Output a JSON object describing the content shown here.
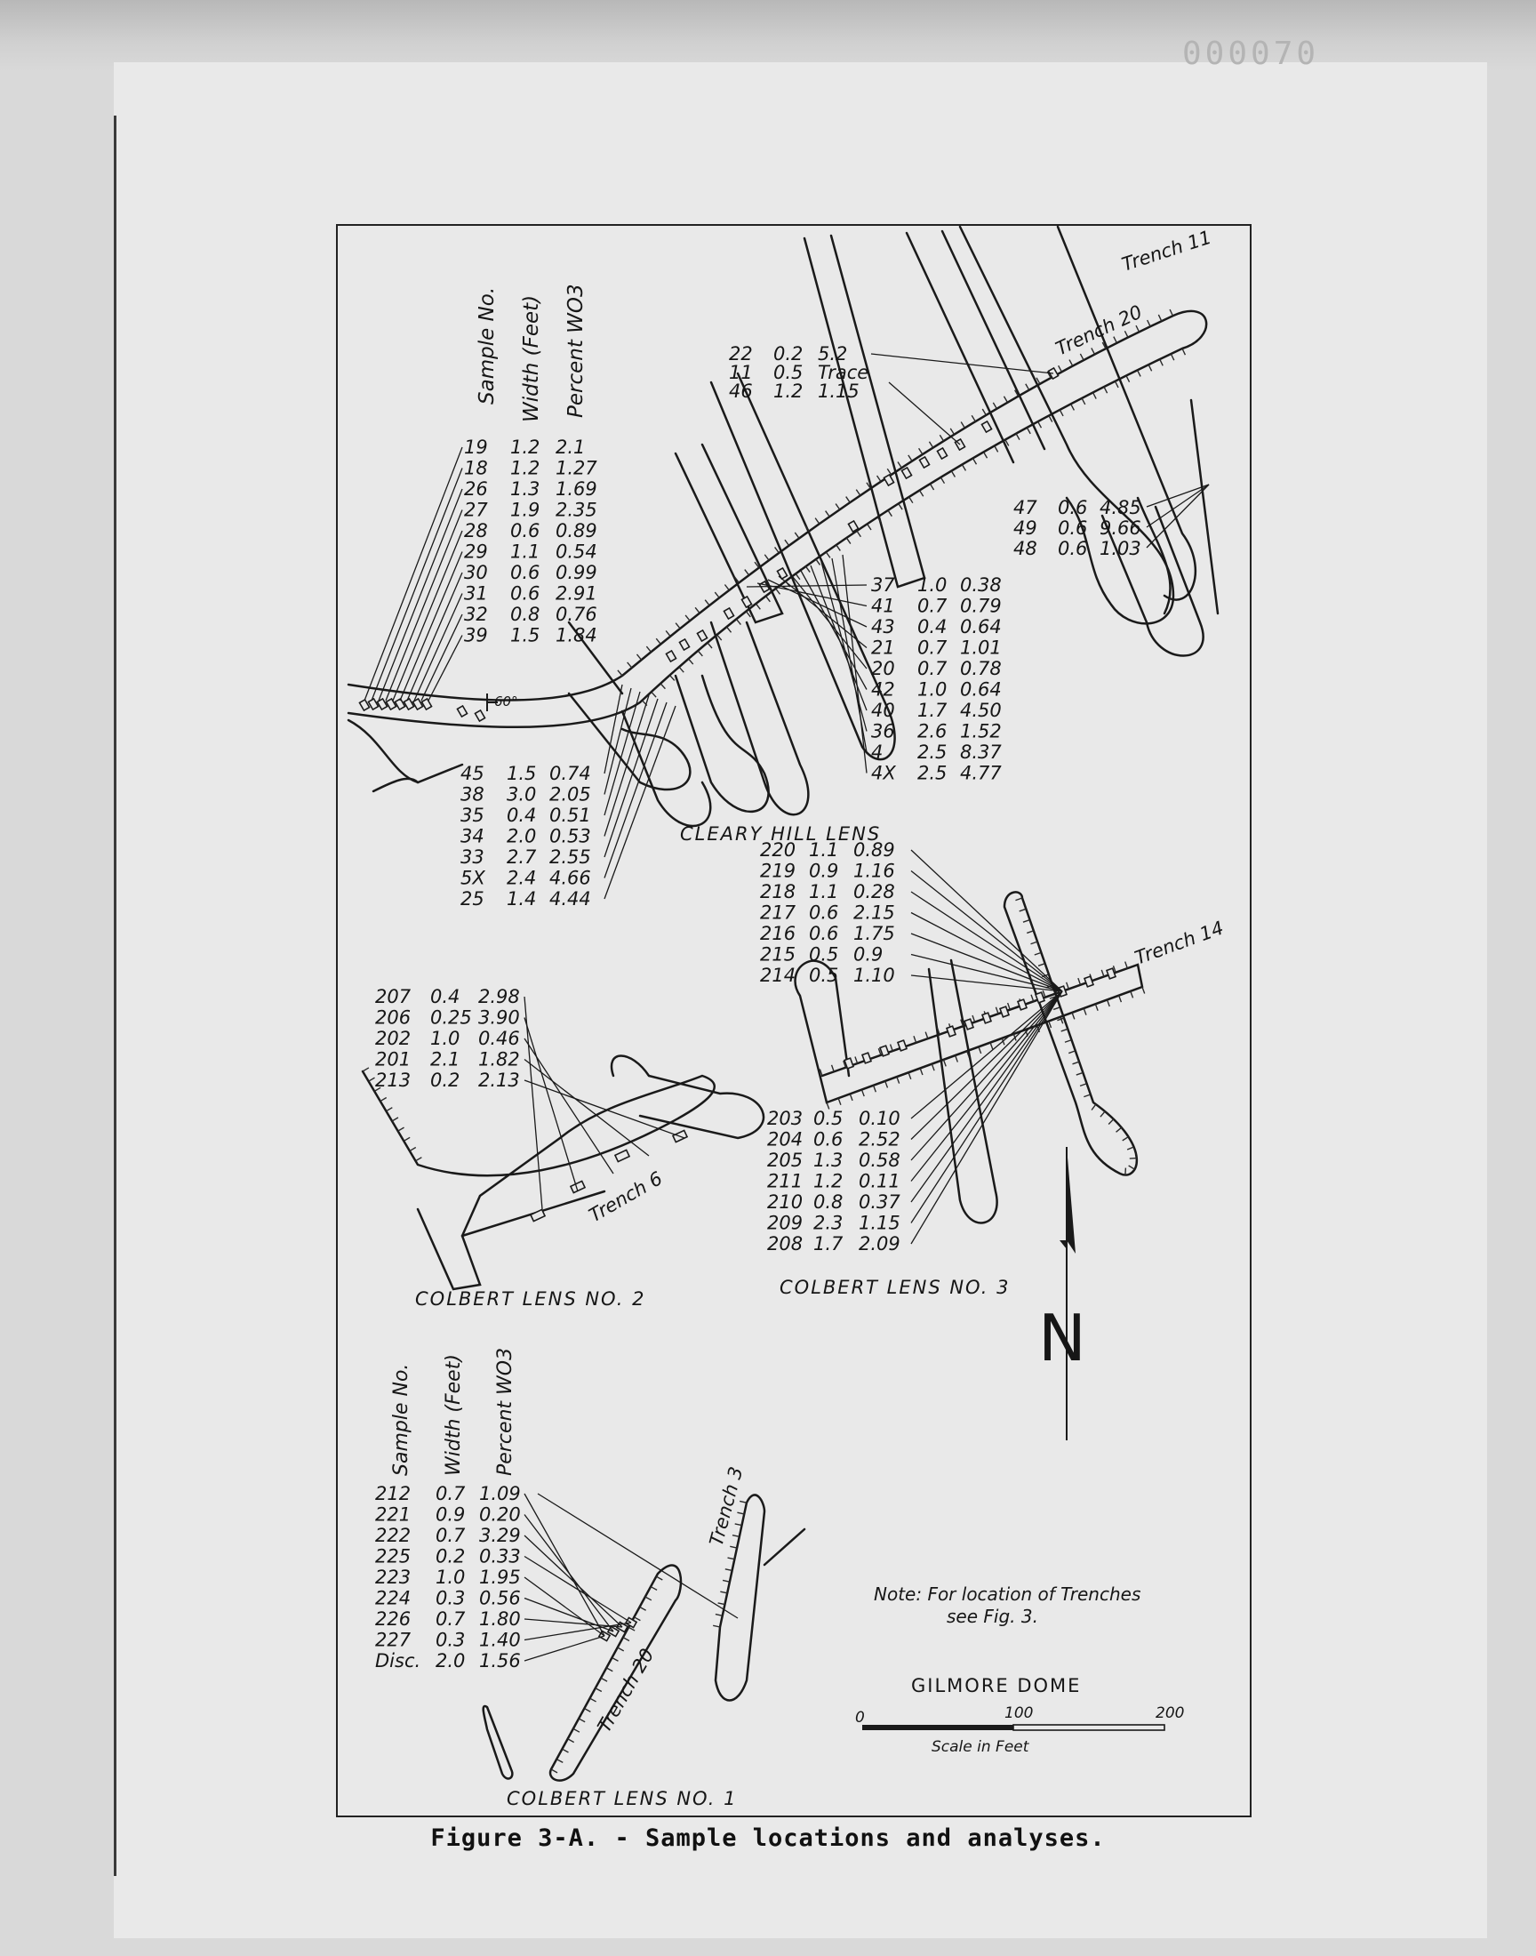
{
  "page_stamp": "000070",
  "caption": "Figure 3-A. - Sample locations and analyses.",
  "table_headers": [
    "Sample No.",
    "Width (Feet)",
    "Percent WO3"
  ],
  "lower_headers": [
    "Sample No.",
    "Width (Feet)",
    "Percent WO3"
  ],
  "trench_labels": {
    "t11": "Trench 11",
    "t20": "Trench 20",
    "t14": "Trench 14",
    "t6": "Trench 6",
    "t3": "Trench 3",
    "t20b": "Trench 20"
  },
  "lens_labels": {
    "cleary": "CLEARY HILL LENS",
    "colbert2": "COLBERT LENS NO. 2",
    "colbert3": "COLBERT LENS NO. 3",
    "colbert1": "COLBERT LENS NO. 1"
  },
  "dip_label": "60°",
  "north_label": "N",
  "note": [
    "Note: For location of Trenches",
    "see Fig. 3."
  ],
  "scale": {
    "title": "GILMORE DOME",
    "ticks": [
      "0",
      "100",
      "200"
    ],
    "unit": "Scale in Feet"
  },
  "samples": {
    "upper_left": [
      [
        "19",
        "1.2",
        "2.1"
      ],
      [
        "18",
        "1.2",
        "1.27"
      ],
      [
        "26",
        "1.3",
        "1.69"
      ],
      [
        "27",
        "1.9",
        "2.35"
      ],
      [
        "28",
        "0.6",
        "0.89"
      ],
      [
        "29",
        "1.1",
        "0.54"
      ],
      [
        "30",
        "0.6",
        "0.99"
      ],
      [
        "31",
        "0.6",
        "2.91"
      ],
      [
        "32",
        "0.8",
        "0.76"
      ],
      [
        "39",
        "1.5",
        "1.84"
      ]
    ],
    "upper_top": [
      [
        "22",
        "0.2",
        "5.2"
      ],
      [
        "11",
        "0.5",
        "Trace"
      ],
      [
        "46",
        "1.2",
        "1.15"
      ]
    ],
    "upper_right": [
      [
        "47",
        "0.6",
        "4.85"
      ],
      [
        "49",
        "0.6",
        "9.66"
      ],
      [
        "48",
        "0.6",
        "1.03"
      ]
    ],
    "center": [
      [
        "37",
        "1.0",
        "0.38"
      ],
      [
        "41",
        "0.7",
        "0.79"
      ],
      [
        "43",
        "0.4",
        "0.64"
      ],
      [
        "21",
        "0.7",
        "1.01"
      ],
      [
        "20",
        "0.7",
        "0.78"
      ],
      [
        "42",
        "1.0",
        "0.64"
      ],
      [
        "40",
        "1.7",
        "4.50"
      ],
      [
        "36",
        "2.6",
        "1.52"
      ],
      [
        "4",
        "2.5",
        "8.37"
      ],
      [
        "4X",
        "2.5",
        "4.77"
      ]
    ],
    "lower_left": [
      [
        "45",
        "1.5",
        "0.74"
      ],
      [
        "38",
        "3.0",
        "2.05"
      ],
      [
        "35",
        "0.4",
        "0.51"
      ],
      [
        "34",
        "2.0",
        "0.53"
      ],
      [
        "33",
        "2.7",
        "2.55"
      ],
      [
        "5X",
        "2.4",
        "4.66"
      ],
      [
        "25",
        "1.4",
        "4.44"
      ]
    ],
    "trench14": [
      [
        "220",
        "1.1",
        "0.89"
      ],
      [
        "219",
        "0.9",
        "1.16"
      ],
      [
        "218",
        "1.1",
        "0.28"
      ],
      [
        "217",
        "0.6",
        "2.15"
      ],
      [
        "216",
        "0.6",
        "1.75"
      ],
      [
        "215",
        "0.5",
        "0.9"
      ],
      [
        "214",
        "0.5",
        "1.10"
      ]
    ],
    "colbert2": [
      [
        "207",
        "0.4",
        "2.98"
      ],
      [
        "206",
        "0.25",
        "3.90"
      ],
      [
        "202",
        "1.0",
        "0.46"
      ],
      [
        "201",
        "2.1",
        "1.82"
      ],
      [
        "213",
        "0.2",
        "2.13"
      ]
    ],
    "colbert3": [
      [
        "203",
        "0.5",
        "0.10"
      ],
      [
        "204",
        "0.6",
        "2.52"
      ],
      [
        "205",
        "1.3",
        "0.58"
      ],
      [
        "211",
        "1.2",
        "0.11"
      ],
      [
        "210",
        "0.8",
        "0.37"
      ],
      [
        "209",
        "2.3",
        "1.15"
      ],
      [
        "208",
        "1.7",
        "2.09"
      ]
    ],
    "colbert1": [
      [
        "212",
        "0.7",
        "1.09"
      ],
      [
        "221",
        "0.9",
        "0.20"
      ],
      [
        "222",
        "0.7",
        "3.29"
      ],
      [
        "225",
        "0.2",
        "0.33"
      ],
      [
        "223",
        "1.0",
        "1.95"
      ],
      [
        "224",
        "0.3",
        "0.56"
      ],
      [
        "226",
        "0.7",
        "1.80"
      ],
      [
        "227",
        "0.3",
        "1.40"
      ],
      [
        "Disc.",
        "2.0",
        "1.56"
      ]
    ]
  }
}
